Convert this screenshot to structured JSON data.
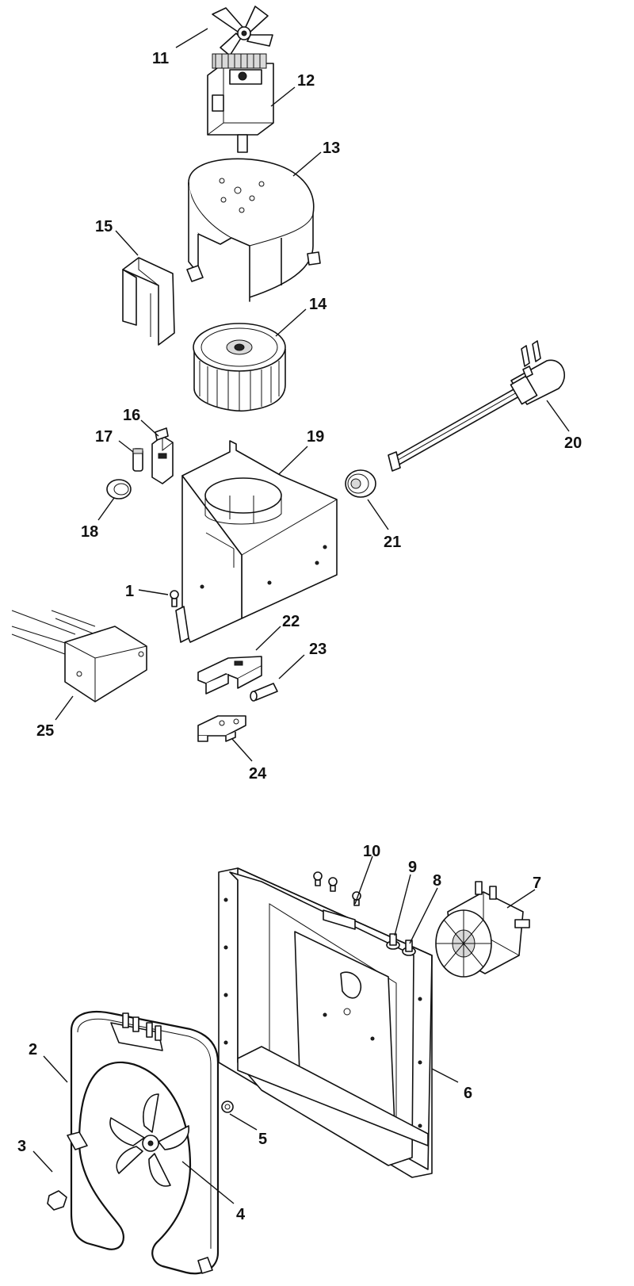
{
  "callouts": {
    "c1": "1",
    "c2": "2",
    "c3": "3",
    "c4": "4",
    "c5": "5",
    "c6": "6",
    "c7": "7",
    "c8": "8",
    "c9": "9",
    "c10": "10",
    "c11": "11",
    "c12": "12",
    "c13": "13",
    "c14": "14",
    "c15": "15",
    "c16": "16",
    "c17": "17",
    "c18": "18",
    "c19": "19",
    "c20": "20",
    "c21": "21",
    "c22": "22",
    "c23": "23",
    "c24": "24",
    "c25": "25"
  },
  "style": {
    "line_color": "#111111",
    "background": "#ffffff"
  }
}
